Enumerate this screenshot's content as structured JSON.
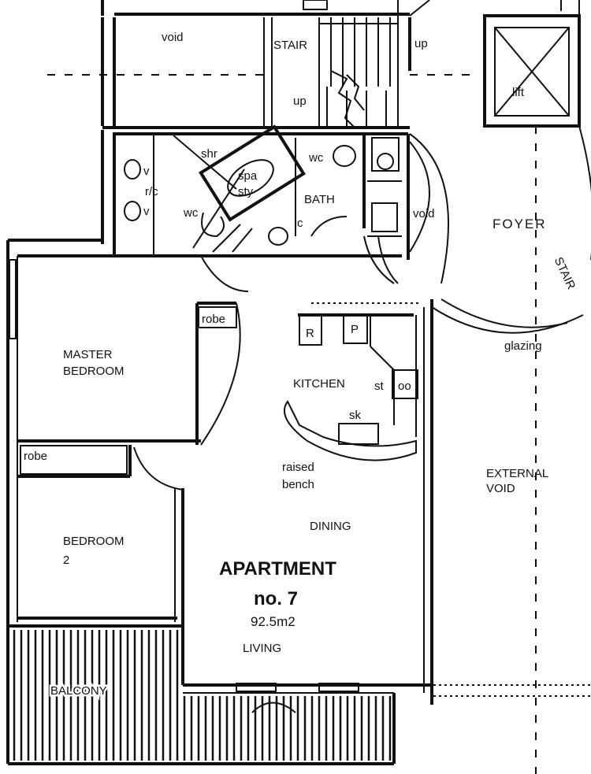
{
  "labels": {
    "void_top": "void",
    "stair": "STAIR",
    "up_right": "up",
    "up_stair": "up",
    "shr": "shr",
    "spa": "spa",
    "sty": "sty",
    "wc_top": "wc",
    "wc_left": "wc",
    "bath": "BATH",
    "c": "c",
    "rc": "r/c",
    "v1": "v",
    "v2": "v",
    "void_right": "void",
    "lift": "lift",
    "foyer": "FOYER",
    "stair_curve": "STAIR",
    "robe_master": "robe",
    "master_bedroom": "MASTER",
    "master_bedroom_2": "BEDROOM",
    "robe_bed2": "robe",
    "bedroom2": "BEDROOM",
    "bedroom2_num": "2",
    "r": "R",
    "p": "P",
    "kitchen": "KITCHEN",
    "st": "st",
    "oo": "oo",
    "sk": "sk",
    "raised": "raised",
    "bench": "bench",
    "glazing": "glazing",
    "external": "EXTERNAL",
    "void_ext": "VOID",
    "dining": "DINING",
    "apartment": "APARTMENT",
    "apartment_no": "no. 7",
    "area": "92.5m2",
    "living": "LIVING",
    "balcony": "BALCONY"
  }
}
